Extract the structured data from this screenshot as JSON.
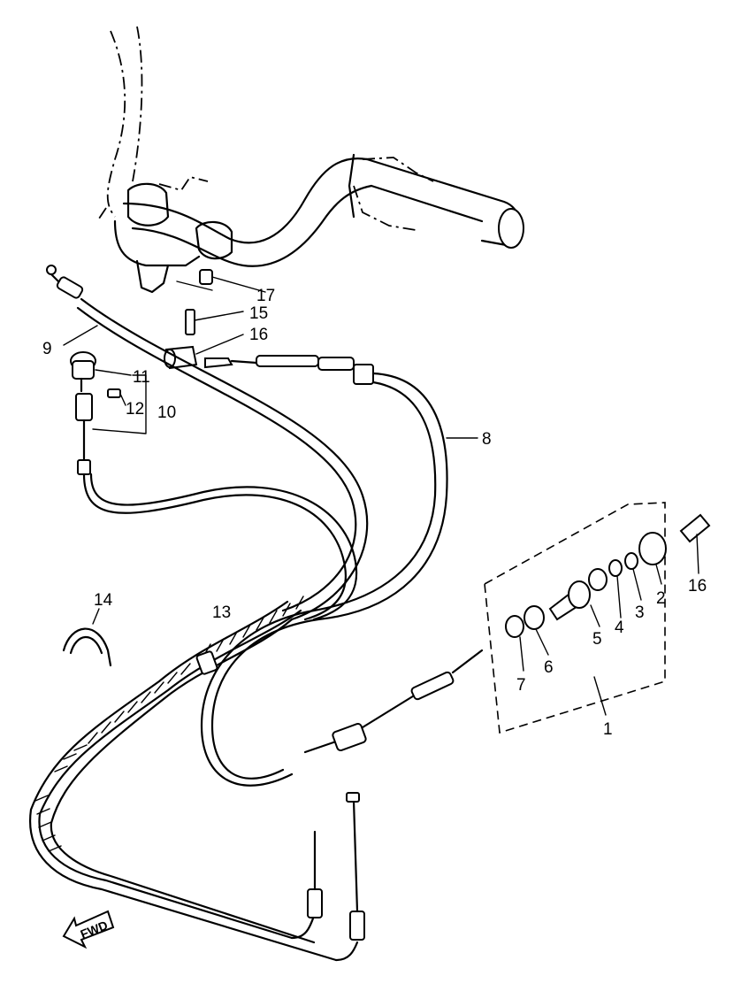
{
  "diagram": {
    "callouts": [
      {
        "id": "c1",
        "text": "1"
      },
      {
        "id": "c2",
        "text": "2"
      },
      {
        "id": "c3",
        "text": "3"
      },
      {
        "id": "c4",
        "text": "4"
      },
      {
        "id": "c5",
        "text": "5"
      },
      {
        "id": "c6",
        "text": "6"
      },
      {
        "id": "c7",
        "text": "7"
      },
      {
        "id": "c8",
        "text": "8"
      },
      {
        "id": "c9",
        "text": "9"
      },
      {
        "id": "c10",
        "text": "10"
      },
      {
        "id": "c11",
        "text": "11"
      },
      {
        "id": "c12",
        "text": "12"
      },
      {
        "id": "c13",
        "text": "13"
      },
      {
        "id": "c14",
        "text": "14"
      },
      {
        "id": "c15",
        "text": "15"
      },
      {
        "id": "c16a",
        "text": "16"
      },
      {
        "id": "c16b",
        "text": "16"
      },
      {
        "id": "c17",
        "text": "17"
      }
    ],
    "direction_arrow": "FWD"
  }
}
